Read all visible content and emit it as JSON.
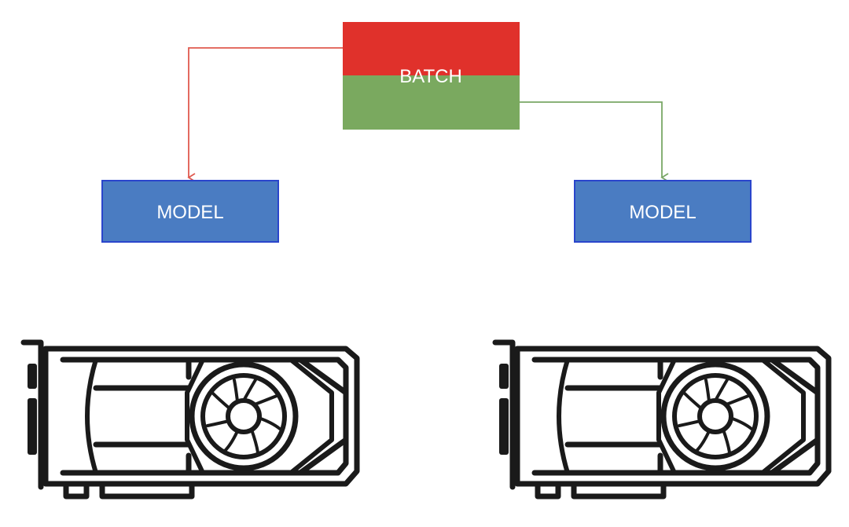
{
  "batch": {
    "label": "BATCH",
    "top_color": "#e0312b",
    "bottom_color": "#7aa95f"
  },
  "models": [
    {
      "label": "MODEL",
      "color": "#4a7cc2",
      "border": "#2a45cc"
    },
    {
      "label": "MODEL",
      "color": "#4a7cc2",
      "border": "#2a45cc"
    }
  ],
  "arrows": {
    "left_color": "#e05a4f",
    "right_color": "#79a766"
  },
  "gpus": [
    {
      "icon": "gpu-card-icon"
    },
    {
      "icon": "gpu-card-icon"
    }
  ]
}
